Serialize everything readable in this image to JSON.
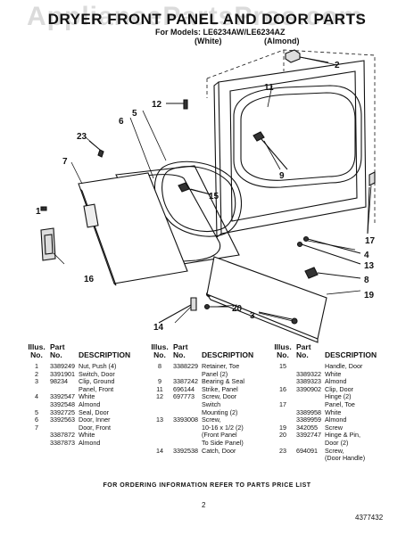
{
  "header": {
    "title": "DRYER FRONT PANEL AND DOOR PARTS",
    "watermark": "AppliancePartsPros.com",
    "models_line": "For Models: LE6234AW/LE6234AZ",
    "color_white": "(White)",
    "color_almond": "(Almond)"
  },
  "callouts": [
    "1",
    "2",
    "3",
    "4",
    "5",
    "6",
    "7",
    "8",
    "9",
    "11",
    "12",
    "13",
    "14",
    "15",
    "16",
    "17",
    "19",
    "20",
    "23"
  ],
  "table": {
    "headers": {
      "illus": "Illus. No.",
      "part": "Part No.",
      "desc": "DESCRIPTION"
    },
    "columns": [
      [
        {
          "illus": "1",
          "part": "3389249",
          "desc": "Nut, Push (4)"
        },
        {
          "illus": "2",
          "part": "3391901",
          "desc": "Switch, Door"
        },
        {
          "illus": "3",
          "part": "98234",
          "desc": "Clip, Ground"
        },
        {
          "illus": "",
          "part": "",
          "desc": "Panel, Front"
        },
        {
          "illus": "4",
          "part": "3392547",
          "desc": "White"
        },
        {
          "illus": "",
          "part": "3392548",
          "desc": "Almond"
        },
        {
          "illus": "5",
          "part": "3392725",
          "desc": "Seal, Door"
        },
        {
          "illus": "6",
          "part": "3392563",
          "desc": "Door, Inner"
        },
        {
          "illus": "7",
          "part": "",
          "desc": "Door, Front"
        },
        {
          "illus": "",
          "part": "3387872",
          "desc": "White"
        },
        {
          "illus": "",
          "part": "3387873",
          "desc": "Almond"
        }
      ],
      [
        {
          "illus": "8",
          "part": "3388229",
          "desc": "Retainer, Toe"
        },
        {
          "illus": "",
          "part": "",
          "desc": "Panel (2)"
        },
        {
          "illus": "9",
          "part": "3387242",
          "desc": "Bearing & Seal"
        },
        {
          "illus": "11",
          "part": "696144",
          "desc": "Strike, Panel"
        },
        {
          "illus": "12",
          "part": "697773",
          "desc": "Screw, Door"
        },
        {
          "illus": "",
          "part": "",
          "desc": "Switch"
        },
        {
          "illus": "",
          "part": "",
          "desc": "Mounting (2)"
        },
        {
          "illus": "13",
          "part": "3393008",
          "desc": "Screw,"
        },
        {
          "illus": "",
          "part": "",
          "desc": "10-16 x 1/2 (2)"
        },
        {
          "illus": "",
          "part": "",
          "desc": "(Front Panel"
        },
        {
          "illus": "",
          "part": "",
          "desc": "To Side Panel)"
        },
        {
          "illus": "14",
          "part": "3392538",
          "desc": "Catch, Door"
        }
      ],
      [
        {
          "illus": "15",
          "part": "",
          "desc": "Handle, Door"
        },
        {
          "illus": "",
          "part": "3389322",
          "desc": "White"
        },
        {
          "illus": "",
          "part": "3389323",
          "desc": "Almond"
        },
        {
          "illus": "16",
          "part": "3390902",
          "desc": "Clip, Door"
        },
        {
          "illus": "",
          "part": "",
          "desc": "Hinge (2)"
        },
        {
          "illus": "17",
          "part": "",
          "desc": "Panel, Toe"
        },
        {
          "illus": "",
          "part": "3389958",
          "desc": "White"
        },
        {
          "illus": "",
          "part": "3389959",
          "desc": "Almond"
        },
        {
          "illus": "19",
          "part": "342055",
          "desc": "Screw"
        },
        {
          "illus": "20",
          "part": "3392747",
          "desc": "Hinge & Pin,"
        },
        {
          "illus": "",
          "part": "",
          "desc": "Door (2)"
        },
        {
          "illus": "23",
          "part": "694091",
          "desc": "Screw,"
        },
        {
          "illus": "",
          "part": "",
          "desc": "(Door Handle)"
        }
      ]
    ]
  },
  "footer": {
    "note": "FOR ORDERING INFORMATION REFER TO PARTS PRICE LIST",
    "page": "2",
    "doc_number": "4377432"
  }
}
